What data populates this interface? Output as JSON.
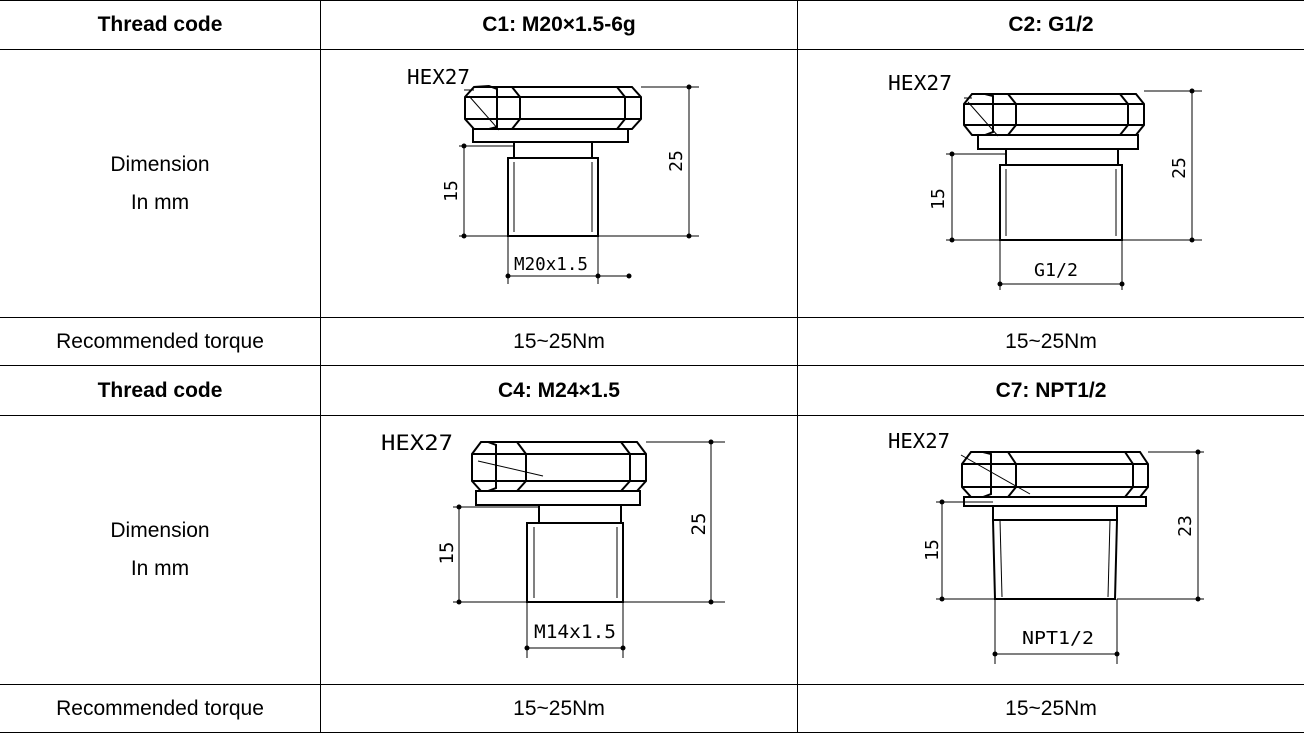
{
  "table": {
    "blocks": [
      {
        "thread_label": "Thread code",
        "dimension_label_line1": "Dimension",
        "dimension_label_line2": "In mm",
        "torque_label": "Recommended torque",
        "columns": [
          {
            "code": "C1: M20×1.5-6g",
            "torque": "15~25Nm",
            "drawing": {
              "hex": "HEX27",
              "thread": "M20x1.5",
              "thread_length": "15",
              "total_height": "25"
            }
          },
          {
            "code": "C2: G1/2",
            "torque": "15~25Nm",
            "drawing": {
              "hex": "HEX27",
              "thread": "G1/2",
              "thread_length": "15",
              "total_height": "25"
            }
          }
        ]
      },
      {
        "thread_label": "Thread code",
        "dimension_label_line1": "Dimension",
        "dimension_label_line2": "In mm",
        "torque_label": "Recommended torque",
        "columns": [
          {
            "code": "C4: M24×1.5",
            "torque": "15~25Nm",
            "drawing": {
              "hex": "HEX27",
              "thread": "M14x1.5",
              "thread_length": "15",
              "total_height": "25"
            }
          },
          {
            "code": "C7: NPT1/2",
            "torque": "15~25Nm",
            "drawing": {
              "hex": "HEX27",
              "thread": "NPT1/2",
              "thread_length": "15",
              "total_height": "23"
            }
          }
        ]
      }
    ]
  }
}
